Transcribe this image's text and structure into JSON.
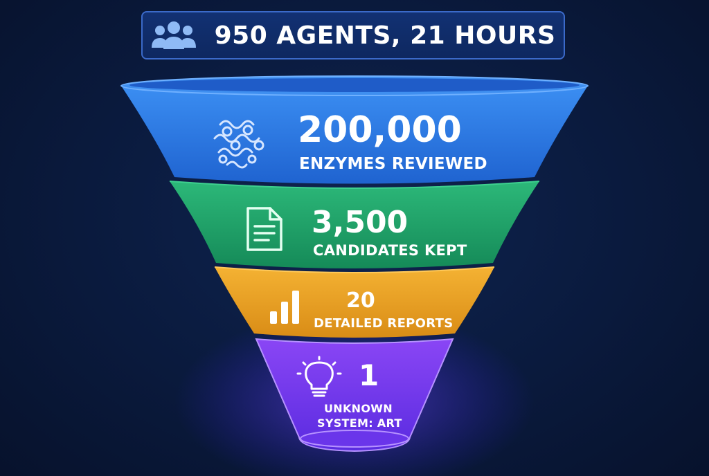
{
  "header": {
    "text": "950 AGENTS, 21 HOURS",
    "icon": "users-icon"
  },
  "stages": [
    {
      "value": "200,000",
      "label": "ENZYMES REVIEWED",
      "color": "#2f7fe6",
      "icon": "protein-structure-icon"
    },
    {
      "value": "3,500",
      "label": "CANDIDATES KEPT",
      "color": "#21a56e",
      "icon": "document-icon"
    },
    {
      "value": "20",
      "label": "DETAILED REPORTS",
      "color": "#eda628",
      "icon": "bar-chart-icon"
    },
    {
      "value": "1",
      "label_line1": "UNKNOWN",
      "label_line2": "SYSTEM: ART",
      "color": "#7d3cf2",
      "icon": "lightbulb-icon"
    }
  ],
  "colors": {
    "background": "#0a1a3d",
    "header_border": "#3b6ac9",
    "glow": "#6a3cff"
  }
}
